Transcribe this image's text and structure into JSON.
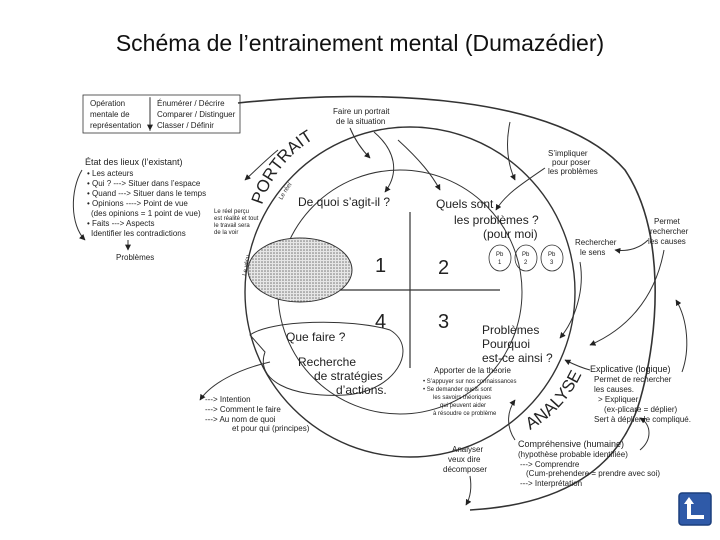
{
  "title": "Schéma de l’entrainement mental (Dumazédier)",
  "top_left": {
    "col1": [
      "Opération",
      "mentale de",
      "représentation"
    ],
    "col2": [
      "Énumérer / Décrire",
      "Comparer / Distinguer",
      "Classer / Définir"
    ]
  },
  "portrait_label": "Faire un portrait de la situation",
  "portrait_lines": [
    "Faire un portrait",
    "de la situation"
  ],
  "arc_portrait": "PORTRAIT",
  "arc_reel": "Le réel",
  "etat": {
    "heading": "État des lieux (l’existant)",
    "lines": [
      "• Les acteurs",
      "• Qui ? ---> Situer dans l’espace",
      "• Quand ---> Situer dans le temps",
      "• Opinions ----> Point de vue",
      "(des opinions = 1 point de vue)",
      "• Faits ---> Aspects",
      "Identifier les contradictions"
    ],
    "side_note": [
      "Le réel perçu",
      "est réalité et tout",
      "le travail sera",
      "de la voir"
    ],
    "problemes": "Problèmes",
    "le_vecu": "Le vécu"
  },
  "q1": "De quoi s’agit-il ?",
  "q2_lines": [
    "Quels sont",
    "les problèmes ?",
    "(pour moi)"
  ],
  "q3_lines": [
    "Problèmes",
    "Pourquoi",
    "est-ce ainsi ?"
  ],
  "q4": "Que faire ?",
  "numbers": [
    "1",
    "2",
    "3",
    "4"
  ],
  "pb_boxes": [
    {
      "top": "Pb",
      "num": "1"
    },
    {
      "top": "Pb",
      "num": "2"
    },
    {
      "top": "Pb",
      "num": "3"
    }
  ],
  "simpliquer": [
    "S’impliquer",
    "pour poser",
    "les problèmes"
  ],
  "rechercher_sens": [
    "Rechercher",
    "le sens"
  ],
  "permet_causes": [
    "Permet",
    "rechercher",
    "les causes"
  ],
  "recherche_strategies": [
    "Recherche",
    "de stratégies",
    "d’actions."
  ],
  "actions": [
    "---> Intention",
    "---> Comment le faire",
    "---> Au nom de quoi",
    "et pour qui (principes)"
  ],
  "theorie": [
    "Apporter de la théorie",
    "• S’appuyer sur nos connaissances",
    "• Se demander quels sont",
    "les savoirs théoriques",
    "qui peuvent aider",
    "à résoudre ce problème"
  ],
  "arc_analyse": "ANALYSE",
  "explicative": [
    "Explicative (logique)",
    "Permet de rechercher",
    "les causes.",
    "> Expliquer",
    "(ex-plicare = déplier)",
    "Sert à déplier le compliqué."
  ],
  "comprehensive": [
    "Compréhensive (humaine)",
    "(hypothèse probable identifiée)",
    "---> Comprendre",
    "(Cum-prehendere = prendre avec soi)",
    "---> Interprétation"
  ],
  "analyser": [
    "Analyser",
    "veux dire",
    "décomposer"
  ]
}
